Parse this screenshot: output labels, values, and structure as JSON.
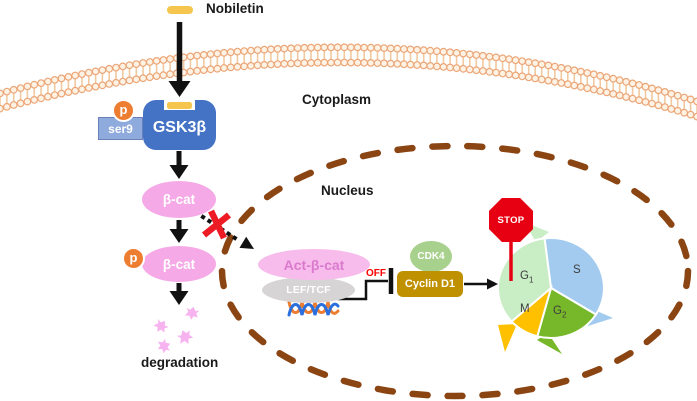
{
  "ligand": {
    "name": "Nobiletin"
  },
  "compartments": {
    "cytoplasm": "Cytoplasm",
    "nucleus": "Nucleus"
  },
  "cytoplasm_pathway": {
    "phospho_label": "p",
    "ser9_label": "ser9",
    "kinase": "GSK3β",
    "bcat_upper": "β-cat",
    "bcat_lower": "β-cat",
    "degradation_label": "degradation"
  },
  "nucleus_pathway": {
    "act_bcat": "Act-β-cat",
    "lef_tcf": "LEF/TCF",
    "off_label": "OFF",
    "cdk4": "CDK4",
    "cyclin_d1": "Cyclin D1",
    "stop_label": "STOP"
  },
  "cell_cycle": {
    "phases": [
      {
        "name": "G",
        "sub": "1"
      },
      {
        "name": "S",
        "sub": ""
      },
      {
        "name": "G",
        "sub": "2"
      },
      {
        "name": "M",
        "sub": ""
      }
    ]
  },
  "colors": {
    "kinase_blue": "#4472C4",
    "ser9_blue": "#8FAADC",
    "phospho_orange": "#ED7D31",
    "bcat_pink": "#F5A9E6",
    "act_bcat_pink": "#F7BCEC",
    "act_bcat_text": "#DA7BCD",
    "lef_gray": "#D6D4D4",
    "cyclin_gold": "#BF9000",
    "cdk4_green": "#A9D18E",
    "nucleus_brown": "#8B4513",
    "membrane_orange": "#EBA678",
    "nobiletin_yellow": "#F5C54E",
    "stop_red": "#E60012",
    "off_red": "#FF0000",
    "x_red": "#ED1C24",
    "arrow_black": "#111111",
    "phase_g1": "#C9EDC5",
    "phase_s": "#A3CBEF",
    "phase_g2": "#77B82A",
    "phase_m": "#FFC000",
    "dna_blue": "#2A6FDE",
    "dna_orange": "#ED7D31"
  }
}
